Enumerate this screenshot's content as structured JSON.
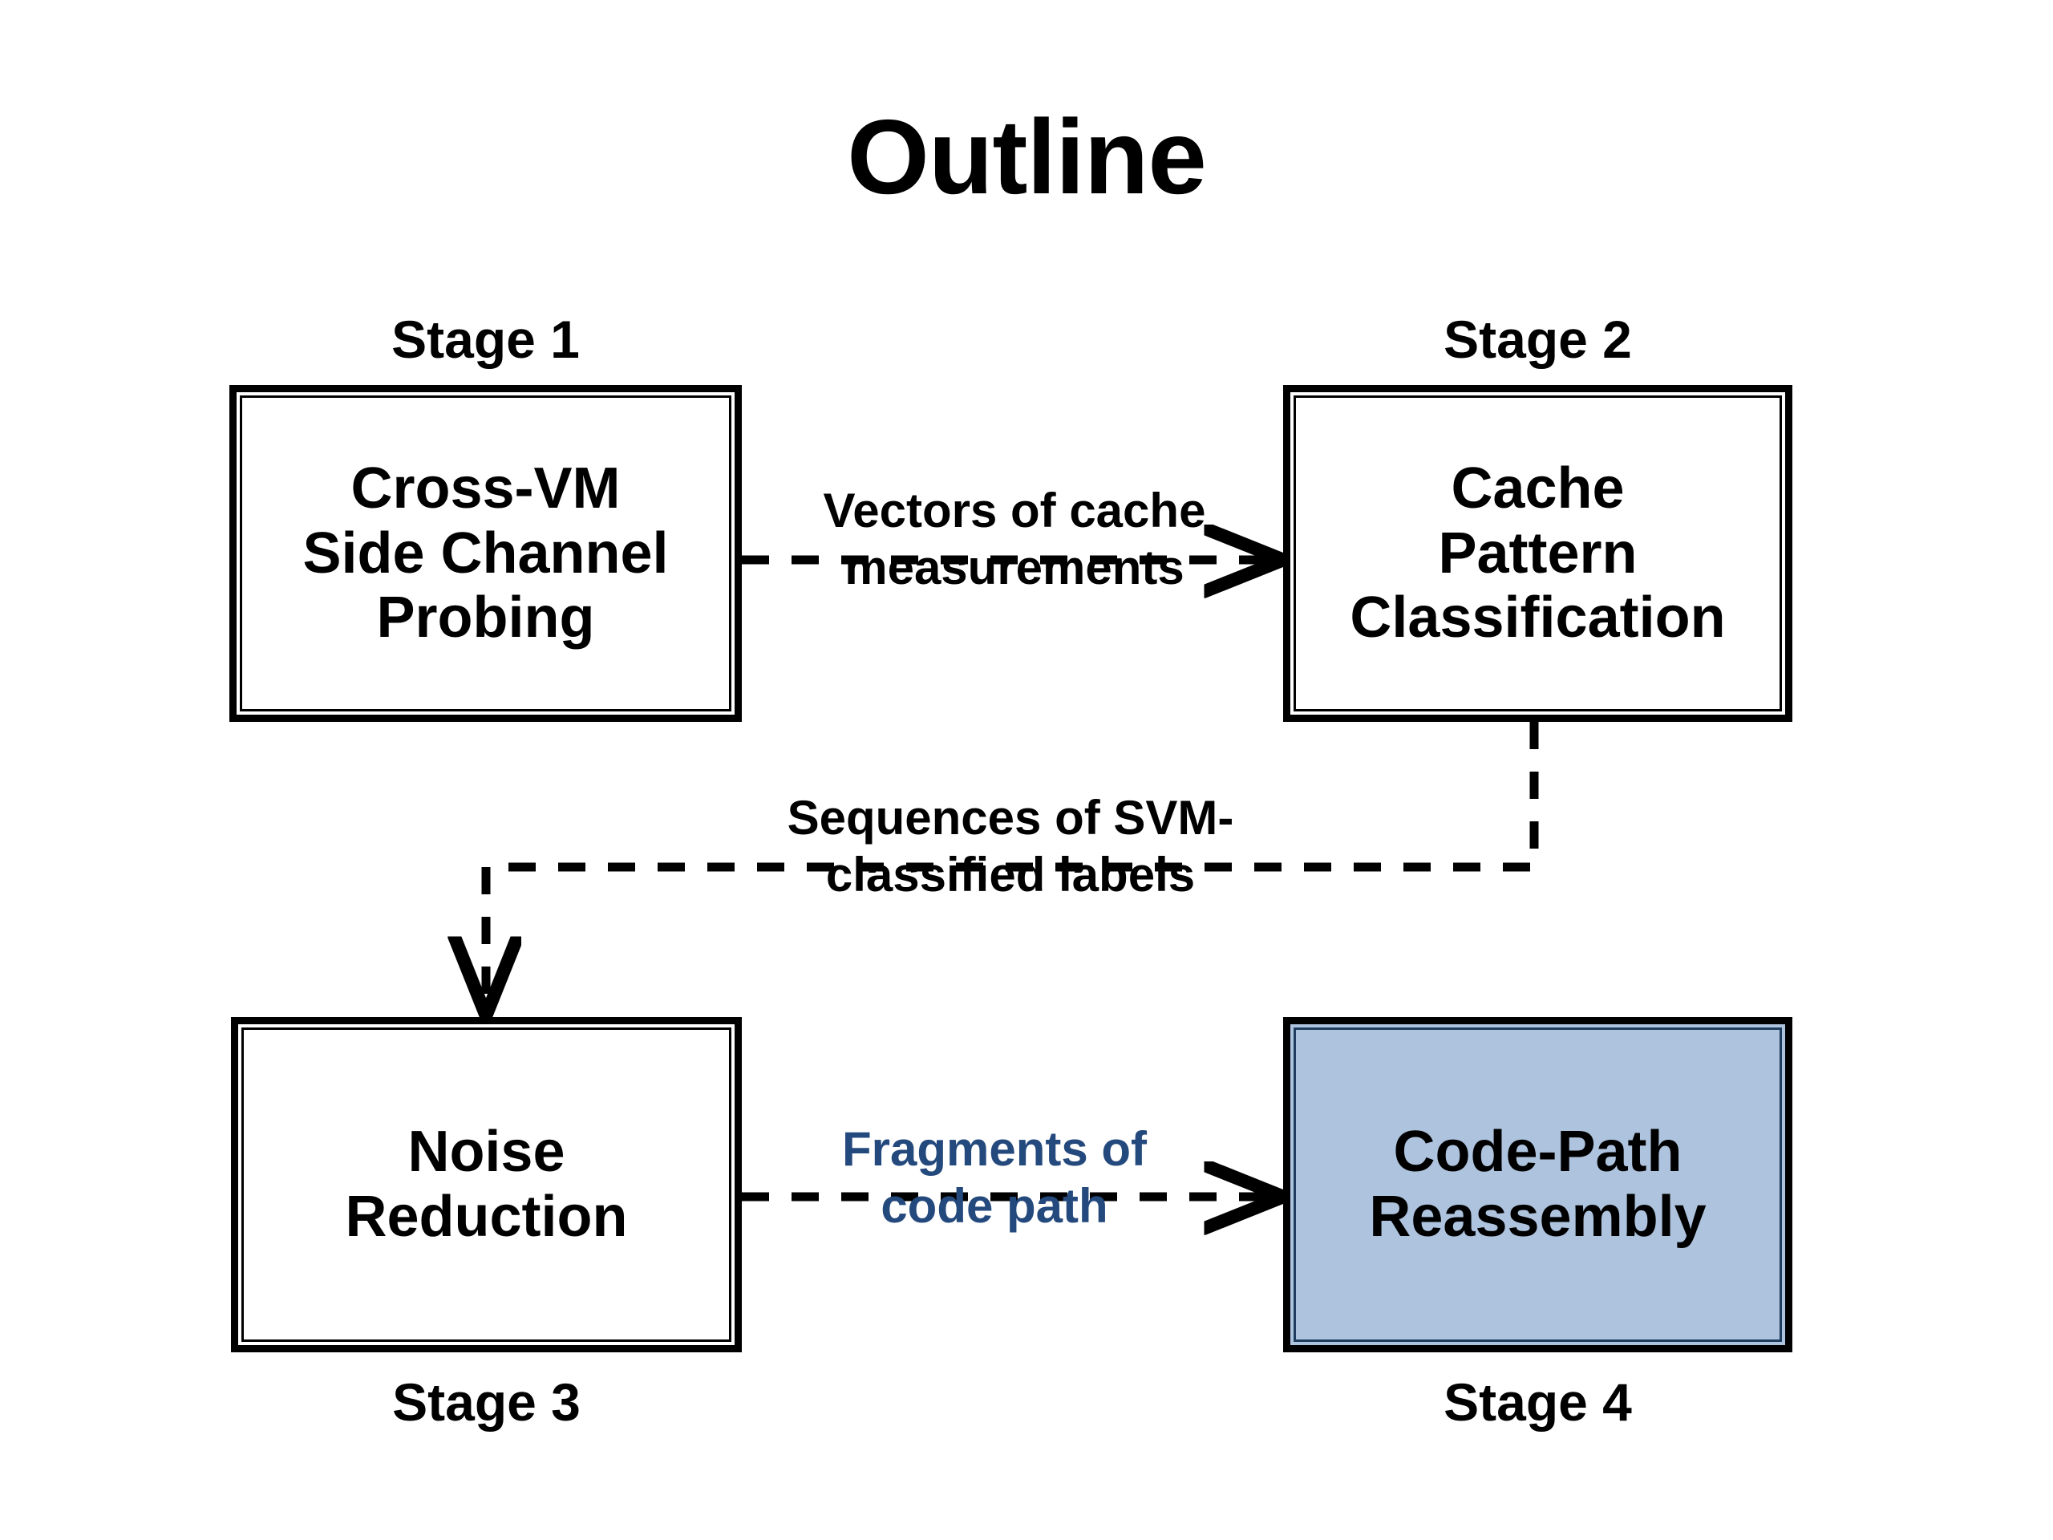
{
  "slide": {
    "title": "Outline",
    "background_color": "#ffffff"
  },
  "colors": {
    "accent_blue_fill": "#aec3de",
    "accent_blue_text": "#24497d",
    "line": "#000000"
  },
  "stages": [
    {
      "caption": "Stage 1",
      "caption_position": "above",
      "label": "Cross-VM\nSide Channel\nProbing",
      "fill": "#ffffff"
    },
    {
      "caption": "Stage 2",
      "caption_position": "above",
      "label": "Cache\nPattern\nClassification",
      "fill": "#ffffff"
    },
    {
      "caption": "Stage 3",
      "caption_position": "below",
      "label": "Noise\nReduction",
      "fill": "#ffffff"
    },
    {
      "caption": "Stage 4",
      "caption_position": "below",
      "label": "Code-Path\nReassembly",
      "fill": "#aec3de"
    }
  ],
  "edges": [
    {
      "from": "Stage 1",
      "to": "Stage 2",
      "label": "Vectors of cache\nmeasurements",
      "style": "dashed",
      "color": "#000000"
    },
    {
      "from": "Stage 2",
      "to": "Stage 3",
      "label": "Sequences of SVM-\nclassified labels",
      "style": "dashed",
      "color": "#000000"
    },
    {
      "from": "Stage 3",
      "to": "Stage 4",
      "label": "Fragments of\ncode path",
      "style": "dashed",
      "color": "#24497d"
    }
  ]
}
